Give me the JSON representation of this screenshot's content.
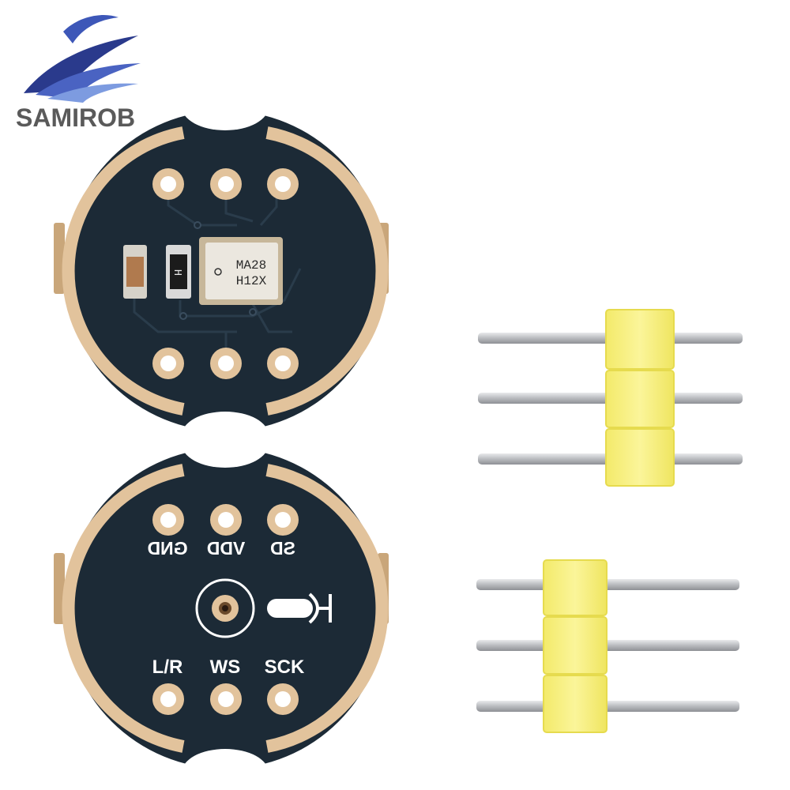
{
  "brand": {
    "name": "SAMIROB",
    "colors": {
      "wave_dark": "#2a3a8c",
      "wave_light": "#6a8ad8",
      "text": "#5a5a5a"
    }
  },
  "board_top": {
    "chip_line1": "MA28",
    "chip_line2": "H12X",
    "component_mark": "H"
  },
  "board_bottom": {
    "labels": {
      "gnd": "GND",
      "vdd": "VDD",
      "sd": "SD",
      "lr": "L/R",
      "ws": "WS",
      "sck": "SCK"
    }
  },
  "colors": {
    "pcb": "#1c2a36",
    "gold": "#e2c39c",
    "silk": "#ffffff",
    "pin": "#c7c9cc",
    "header": "#f7f07a"
  }
}
